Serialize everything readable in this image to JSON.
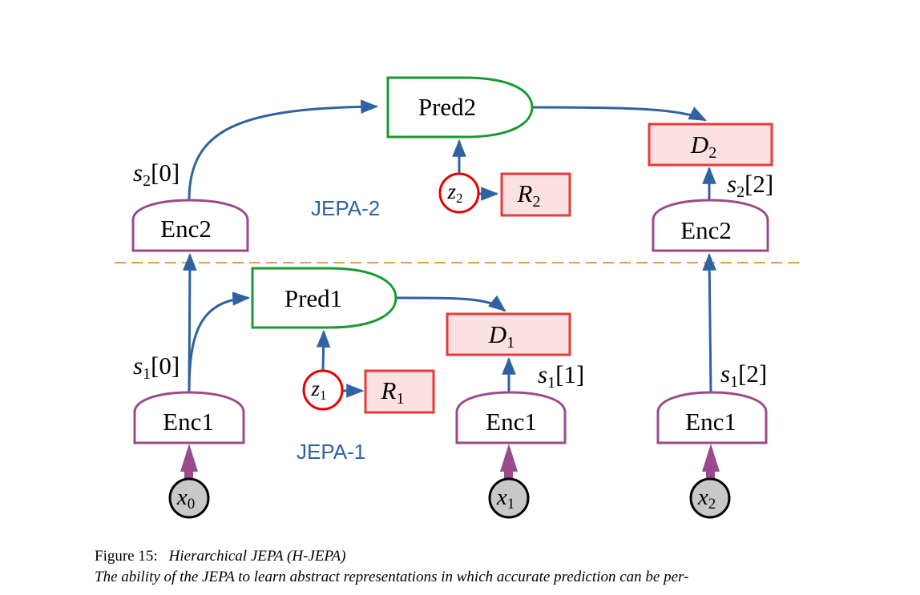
{
  "colors": {
    "arrow": "#2f62a0",
    "encoder": "#9a4a8c",
    "predictor": "#189a30",
    "energy_stroke": "#e83a3a",
    "energy_fill": "#fde0e2",
    "latent": "#e80000",
    "divider": "#f39a3a",
    "input_fill": "#c8c8c8"
  },
  "jepa2": {
    "label": "JEPA-2",
    "pred": "Pred2",
    "enc_left": "Enc2",
    "enc_right": "Enc2",
    "energy": {
      "sym": "D",
      "sub": "2"
    },
    "reg": {
      "sym": "R",
      "sub": "2"
    },
    "latent": {
      "sym": "z",
      "sub": "2"
    },
    "s_left": {
      "sym": "s",
      "sub": "2",
      "idx": "[0]"
    },
    "s_right": {
      "sym": "s",
      "sub": "2",
      "idx": "[2]"
    }
  },
  "jepa1": {
    "label": "JEPA-1",
    "pred": "Pred1",
    "enc_left": "Enc1",
    "enc_mid": "Enc1",
    "enc_right": "Enc1",
    "energy": {
      "sym": "D",
      "sub": "1"
    },
    "reg": {
      "sym": "R",
      "sub": "1"
    },
    "latent": {
      "sym": "z",
      "sub": "1"
    },
    "s_left": {
      "sym": "s",
      "sub": "1",
      "idx": "[0]"
    },
    "s_mid": {
      "sym": "s",
      "sub": "1",
      "idx": "[1]"
    },
    "s_right": {
      "sym": "s",
      "sub": "1",
      "idx": "[2]"
    }
  },
  "inputs": {
    "x0": {
      "sym": "x",
      "sub": "0"
    },
    "x1": {
      "sym": "x",
      "sub": "1"
    },
    "x2": {
      "sym": "x",
      "sub": "2"
    }
  },
  "caption": {
    "figure": "Figure 15:",
    "title": "Hierarchical JEPA (H-JEPA)",
    "line1": "The ability of the JEPA to learn abstract representations in which accurate prediction can be per-"
  }
}
